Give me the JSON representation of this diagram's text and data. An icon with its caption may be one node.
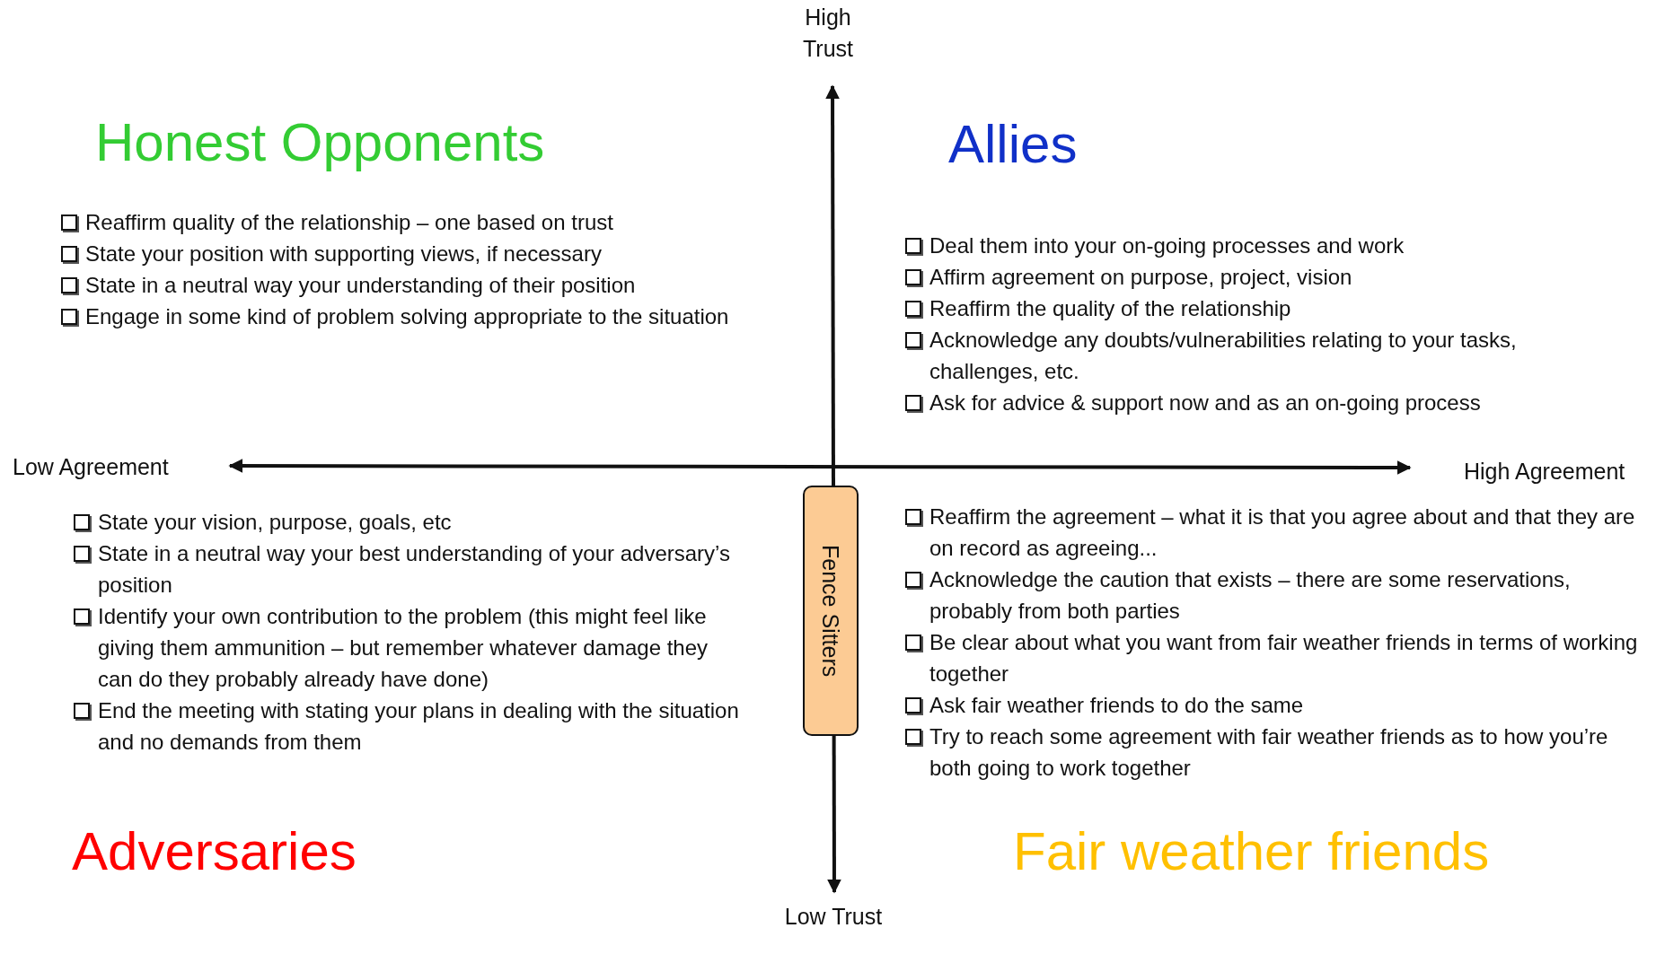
{
  "diagram": {
    "nodes": [
      {
        "text": [
          "Fence Sitters"
        ]
      }
    ],
    "edges": [],
    "labels": [
      "High Trust",
      "Honest Opponents",
      "Reaffirm quality of the relationship – one based on trust",
      "State your position with supporting views, if necessary",
      "State in a neutral way your understanding of their position",
      "Engage in some kind of problem solving appropriate to the situation",
      "Allies",
      "Deal them into your on-going processes and work",
      "Affirm agreement on purpose, project, vision",
      "Reaffirm the quality of the relationship",
      "Acknowledge any doubts/vulnerabilities relating to your tasks, challenges, etc.",
      "Ask for advice & support now and as an on-going process",
      "Low Agreement",
      "High Agreement",
      "State your vision, purpose, goals, etc",
      "State in a neutral way your best understanding of your adversary’s position",
      "Identify your own contribution to the problem (this might feel like giving them ammunition – but remember whatever damage they can do they probably already have done)",
      "End the meeting with stating your plans in dealing with the situation and no demands from them",
      "Reaffirm the agreement – what it is that you agree about and that they are on record as agreeing...",
      "Acknowledge the caution that exists – there are some reservations, probably from both parties",
      "Be clear about what you want from fair weather friends in terms of working together",
      "Ask fair weather friends to do the same",
      "Try to reach some agreement with fair weather friends as to how you’re both going to work together",
      "Adversaries",
      "Fair weather friends",
      "Low Trust"
    ]
  }
}
